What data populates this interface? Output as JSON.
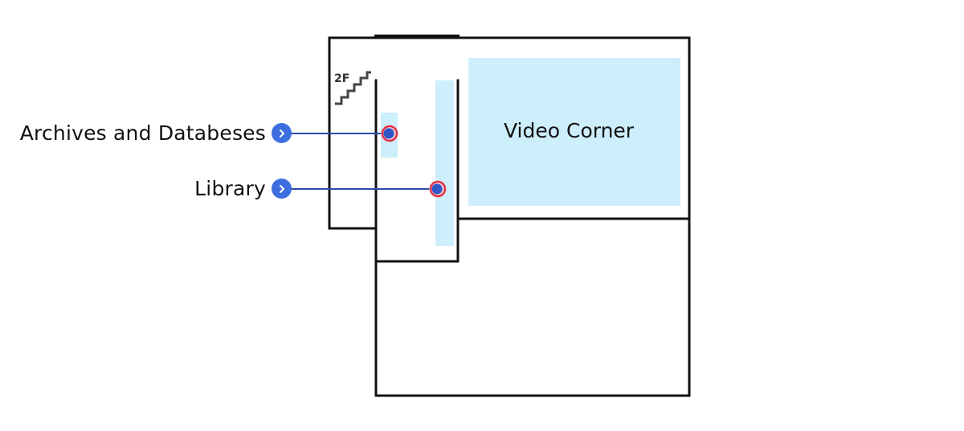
{
  "map": {
    "floor_label": "2F",
    "rooms": {
      "video_corner": {
        "label": "Video Corner"
      }
    },
    "markers": {
      "archives": {
        "label": "Archives and Databeses"
      },
      "library": {
        "label": "Library"
      }
    }
  },
  "colors": {
    "wall": "#111111",
    "room_fill": "#cdeefb",
    "accent": "#3d6fe0",
    "leader_line": "#2a4ea8",
    "marker_ring": "#e0233a",
    "marker_halo": "#f6b5bd",
    "marker_dot": "#2f57c8"
  },
  "icons": {
    "stairs": "stairs-icon",
    "callout": "chevron-right-icon",
    "marker": "location-marker-icon"
  }
}
